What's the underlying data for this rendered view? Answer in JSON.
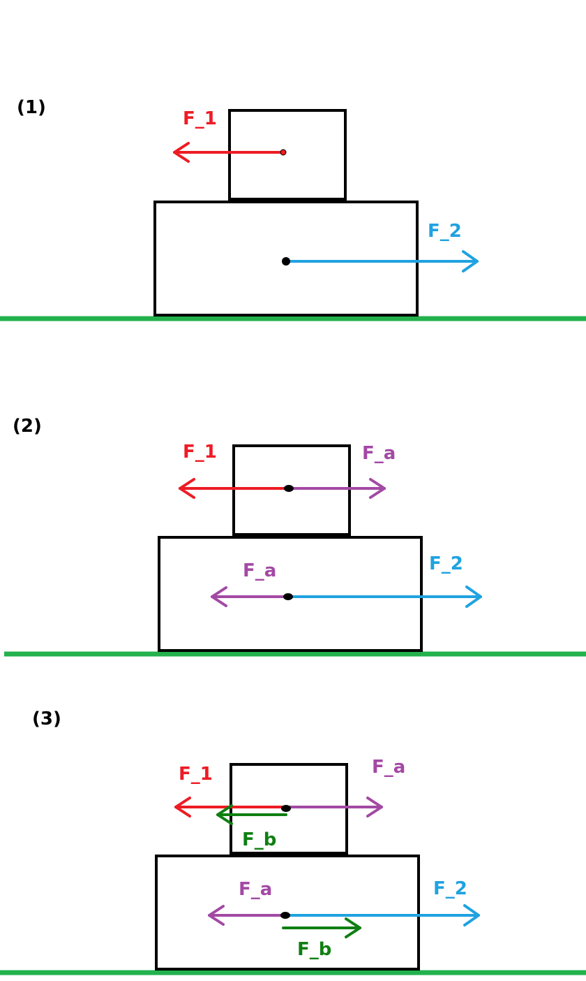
{
  "colors": {
    "ground": "#22b14c",
    "outline": "#000000",
    "f1": "#ed1c24",
    "f2": "#1fa2e0",
    "fa": "#a349a4",
    "fb": "#0f7f12"
  },
  "panels": [
    {
      "number": "(1)",
      "labels": {
        "f1": "F_1",
        "f2": "F_2"
      }
    },
    {
      "number": "(2)",
      "labels": {
        "f1": "F_1",
        "fa_top": "F_a",
        "fa_bottom": "F_a",
        "f2": "F_2"
      }
    },
    {
      "number": "(3)",
      "labels": {
        "f1": "F_1",
        "fa_top": "F_a",
        "fb_top": "F_b",
        "fa_bottom": "F_a",
        "f2": "F_2",
        "fb_bottom": "F_b"
      }
    }
  ]
}
